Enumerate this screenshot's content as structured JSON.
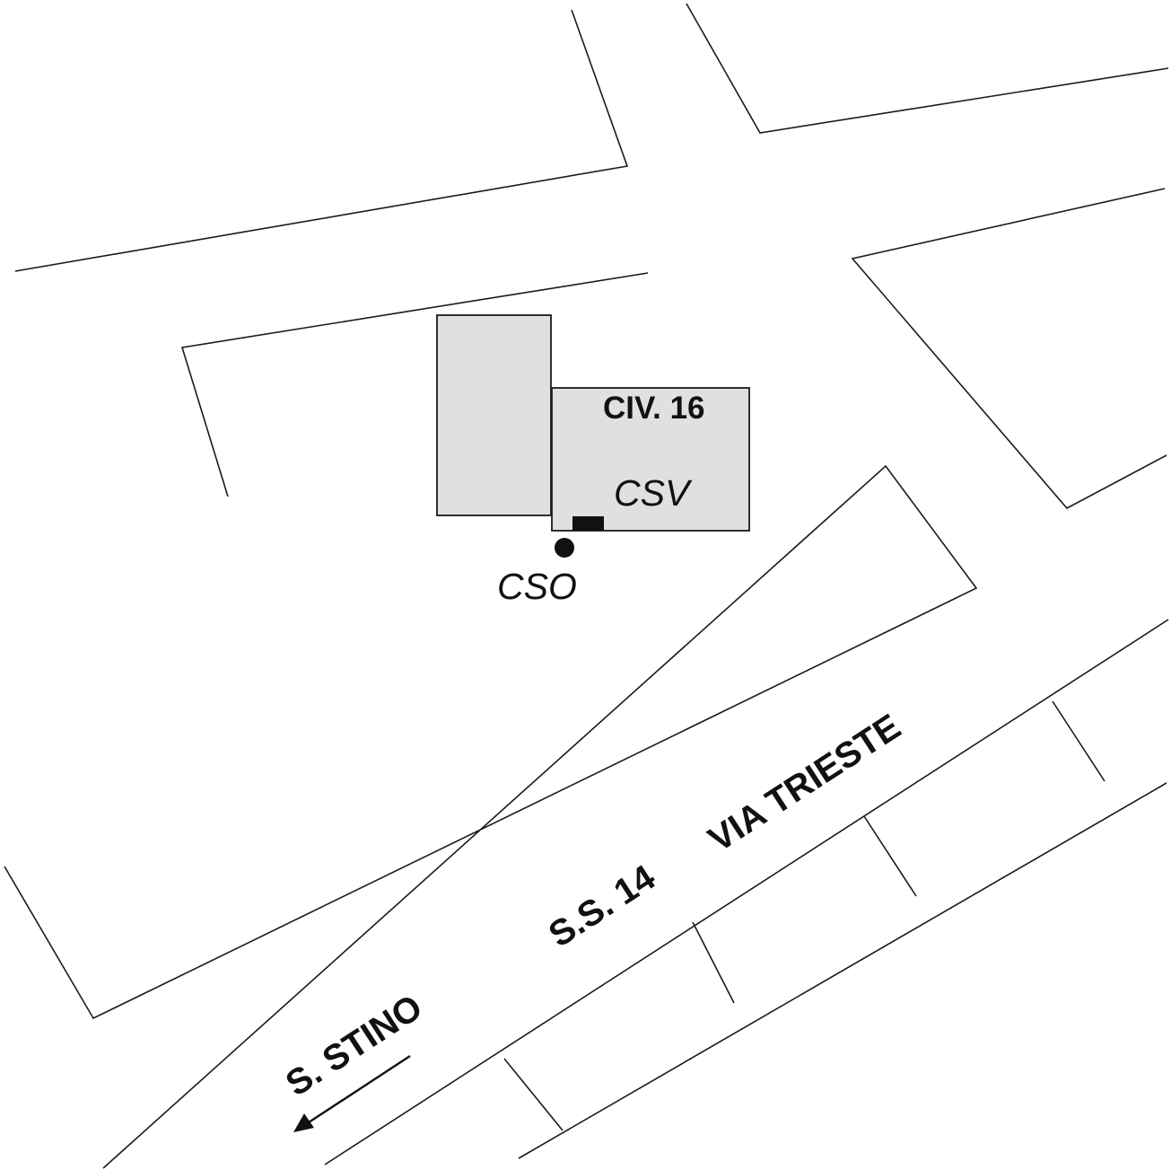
{
  "map": {
    "building_label": "CIV. 16",
    "meter_label": "CSV",
    "point_label": "CSO",
    "road_name": "VIA TRIESTE",
    "road_code": "S.S. 14",
    "direction_label": "S. STINO"
  },
  "colors": {
    "building_fill": "#e0e0e0",
    "line": "#1a1a1a",
    "marker": "#111111"
  },
  "icons": {
    "direction_arrow": "arrow-southwest-icon",
    "point_marker": "filled-circle-icon",
    "meter_marker": "filled-rectangle-icon"
  }
}
